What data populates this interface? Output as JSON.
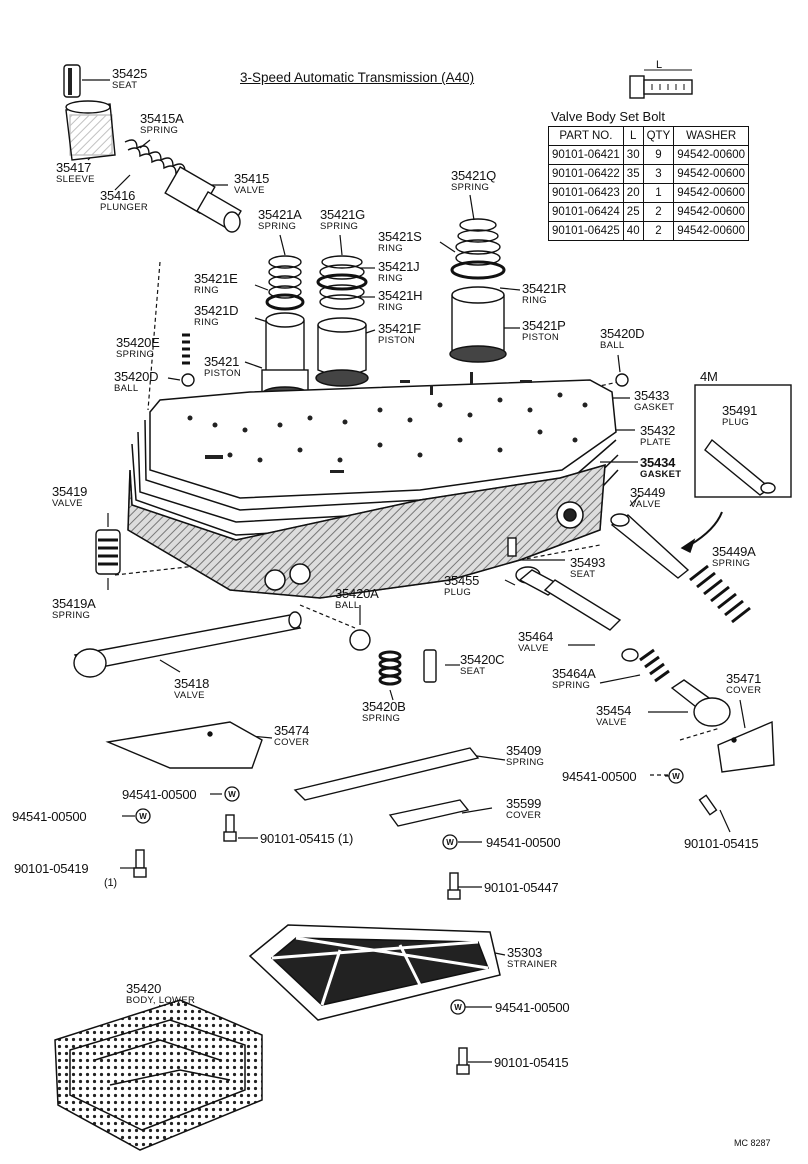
{
  "title": "3-Speed Automatic Transmission (A40)",
  "bolt_table": {
    "title": "Valve Body Set Bolt",
    "headers": [
      "PART NO.",
      "L",
      "QTY",
      "WASHER"
    ],
    "rows": [
      [
        "90101-06421",
        "30",
        "9",
        "94542-00600"
      ],
      [
        "90101-06422",
        "35",
        "3",
        "94542-00600"
      ],
      [
        "90101-06423",
        "20",
        "1",
        "94542-00600"
      ],
      [
        "90101-06424",
        "25",
        "2",
        "94542-00600"
      ],
      [
        "90101-06425",
        "40",
        "2",
        "94542-00600"
      ]
    ],
    "dim_label": "L"
  },
  "labels": {
    "p35425": {
      "num": "35425",
      "name": "SEAT"
    },
    "p35415A": {
      "num": "35415A",
      "name": "SPRING"
    },
    "p35417": {
      "num": "35417",
      "name": "SLEEVE"
    },
    "p35415": {
      "num": "35415",
      "name": "VALVE"
    },
    "p35416": {
      "num": "35416",
      "name": "PLUNGER"
    },
    "p35421A": {
      "num": "35421A",
      "name": "SPRING"
    },
    "p35421G": {
      "num": "35421G",
      "name": "SPRING"
    },
    "p35421Q": {
      "num": "35421Q",
      "name": "SPRING"
    },
    "p35421S": {
      "num": "35421S",
      "name": "RING"
    },
    "p35421J": {
      "num": "35421J",
      "name": "RING"
    },
    "p35421E": {
      "num": "35421E",
      "name": "RING"
    },
    "p35421H": {
      "num": "35421H",
      "name": "RING"
    },
    "p35421R": {
      "num": "35421R",
      "name": "RING"
    },
    "p35421D": {
      "num": "35421D",
      "name": "RING"
    },
    "p35421F": {
      "num": "35421F",
      "name": "PISTON"
    },
    "p35421P": {
      "num": "35421P",
      "name": "PISTON"
    },
    "p35420E": {
      "num": "35420E",
      "name": "SPRING"
    },
    "p35420D_right": {
      "num": "35420D",
      "name": "BALL"
    },
    "p35421": {
      "num": "35421",
      "name": "PISTON"
    },
    "p35420D_left": {
      "num": "35420D",
      "name": "BALL"
    },
    "p35433": {
      "num": "35433",
      "name": "GASKET"
    },
    "p35432": {
      "num": "35432",
      "name": "PLATE"
    },
    "p35434": {
      "num": "35434",
      "name": "GASKET"
    },
    "p35491": {
      "num": "35491",
      "name": "PLUG"
    },
    "box_4m": "4M",
    "p35419": {
      "num": "35419",
      "name": "VALVE"
    },
    "p35449": {
      "num": "35449",
      "name": "VALVE"
    },
    "p35449A": {
      "num": "35449A",
      "name": "SPRING"
    },
    "p35493": {
      "num": "35493",
      "name": "SEAT"
    },
    "p35419A": {
      "num": "35419A",
      "name": "SPRING"
    },
    "p35455": {
      "num": "35455",
      "name": "PLUG"
    },
    "p35420A": {
      "num": "35420A",
      "name": "BALL"
    },
    "p35464": {
      "num": "35464",
      "name": "VALVE"
    },
    "p35420C": {
      "num": "35420C",
      "name": "SEAT"
    },
    "p35418": {
      "num": "35418",
      "name": "VALVE"
    },
    "p35464A": {
      "num": "35464A",
      "name": "SPRING"
    },
    "p35471": {
      "num": "35471",
      "name": "COVER"
    },
    "p35420B": {
      "num": "35420B",
      "name": "SPRING"
    },
    "p35454": {
      "num": "35454",
      "name": "VALVE"
    },
    "p35474": {
      "num": "35474",
      "name": "COVER"
    },
    "p35409": {
      "num": "35409",
      "name": "SPRING"
    },
    "p35599": {
      "num": "35599",
      "name": "COVER"
    },
    "p35303": {
      "num": "35303",
      "name": "STRAINER"
    },
    "p35420": {
      "num": "35420",
      "name": "BODY, LOWER"
    },
    "w_right": "94541-00500",
    "w_left1": "94541-00500",
    "w_left2": "94541-00500",
    "w_mid": "94541-00500",
    "w_bottom": "94541-00500",
    "b_05415_a": "90101-05415 (1)",
    "b_05415_right": "90101-05415",
    "b_05419": "90101-05419",
    "b_05419_qty": "(1)",
    "b_05447": "90101-05447",
    "b_05415_bottom": "90101-05415",
    "washer_mark": "W"
  },
  "footer_code": "MC 8287"
}
